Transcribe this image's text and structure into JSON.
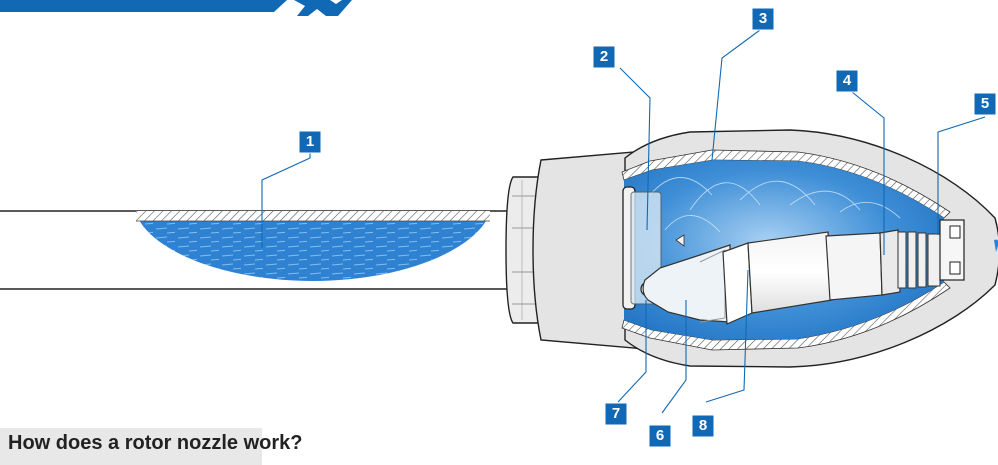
{
  "title": "How does a rotor nozzle work?",
  "callouts": [
    "1",
    "2",
    "3",
    "4",
    "5",
    "6",
    "7",
    "8"
  ],
  "colors": {
    "brand_blue": "#1169b5",
    "water_blue": "#2e82d1",
    "water_light": "#8ec3ef",
    "housing_gray": "#e4e4e4",
    "outline": "#222222"
  }
}
